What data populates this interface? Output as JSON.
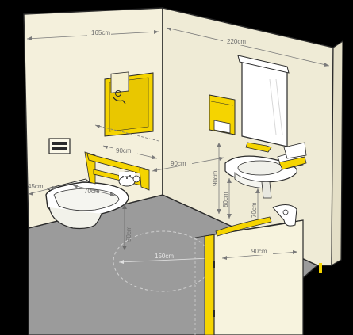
{
  "colors": {
    "background": "#000000",
    "wall_left": "#f4f0dc",
    "wall_right": "#efebd6",
    "floor": "#9b9b9b",
    "accent_yellow": "#f5d400",
    "line": "#2a2a2a",
    "dimension": "#7a7a7a"
  },
  "dimensions": {
    "back_wall_width": "165cm",
    "side_wall_width": "220cm",
    "toilet_to_wall": "45cm",
    "toilet_depth": "70cm",
    "grab_bar_length": "90cm",
    "sink_clearance": "90cm",
    "mirror_height": "90cm",
    "sink_height": "80cm",
    "sink_knee_space": "70cm",
    "seat_height": "50cm",
    "turning_circle": "150cm",
    "door_width": "90cm"
  },
  "icons": {
    "toilet": "toilet-icon",
    "sink": "sink-icon",
    "mirror": "mirror-icon",
    "door": "door-icon",
    "grab_bar": "grab-bar-icon",
    "paper_towel_dispenser": "paper-towel-dispenser-icon",
    "toilet_paper": "toilet-paper-icon",
    "flush_plate": "flush-plate-icon",
    "accessibility_sign": "accessibility-sign-icon",
    "turning_circle": "turning-circle-icon"
  }
}
